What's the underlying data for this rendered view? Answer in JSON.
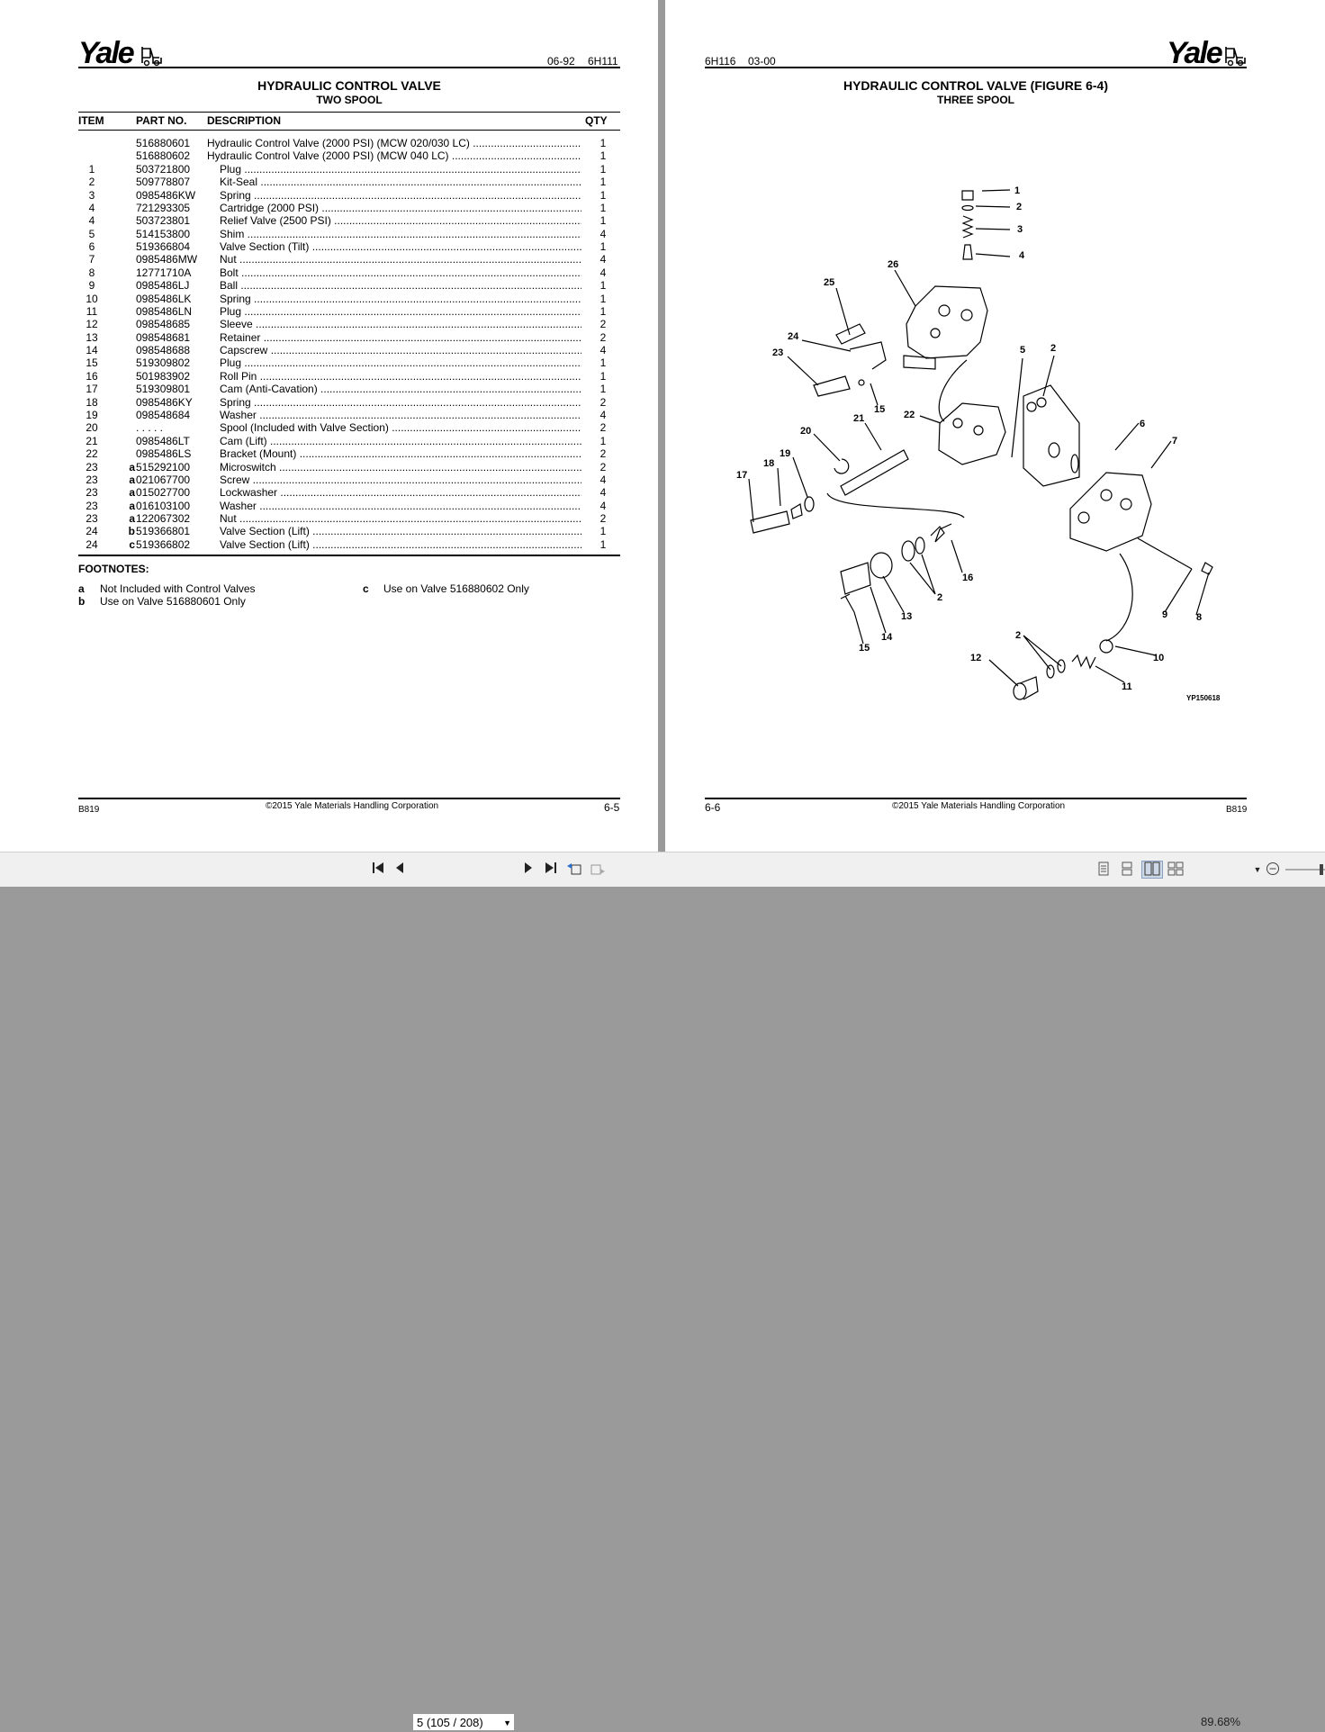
{
  "left_page": {
    "logo": "Yale",
    "header_date": "06-92",
    "header_code": "6H111",
    "title": "HYDRAULIC CONTROL VALVE",
    "subtitle": "TWO SPOOL",
    "columns": {
      "item": "ITEM",
      "part": "PART NO.",
      "desc": "DESCRIPTION",
      "qty": "QTY"
    },
    "rows": [
      {
        "item": "",
        "fn": "",
        "part": "516880601",
        "desc": "Hydraulic Control Valve (2000 PSI) (MCW 020/030 LC)",
        "qty": "1"
      },
      {
        "item": "",
        "fn": "",
        "part": "516880602",
        "desc": "Hydraulic Control Valve (2000 PSI) (MCW 040 LC)",
        "qty": "1"
      },
      {
        "item": "1",
        "fn": "",
        "part": "503721800",
        "desc": "Plug",
        "qty": "1"
      },
      {
        "item": "2",
        "fn": "",
        "part": "509778807",
        "desc": "Kit-Seal",
        "qty": "1"
      },
      {
        "item": "3",
        "fn": "",
        "part": "0985486KW",
        "desc": "Spring",
        "qty": "1"
      },
      {
        "item": "4",
        "fn": "",
        "part": "721293305",
        "desc": "Cartridge (2000 PSI)",
        "qty": "1"
      },
      {
        "item": "4",
        "fn": "",
        "part": "503723801",
        "desc": "Relief Valve (2500 PSI)",
        "qty": "1"
      },
      {
        "item": "5",
        "fn": "",
        "part": "514153800",
        "desc": "Shim",
        "qty": "4"
      },
      {
        "item": "6",
        "fn": "",
        "part": "519366804",
        "desc": "Valve Section (Tilt)",
        "qty": "1"
      },
      {
        "item": "7",
        "fn": "",
        "part": "0985486MW",
        "desc": "Nut",
        "qty": "4"
      },
      {
        "item": "8",
        "fn": "",
        "part": "12771710A",
        "desc": "Bolt",
        "qty": "4"
      },
      {
        "item": "9",
        "fn": "",
        "part": "0985486LJ",
        "desc": "Ball",
        "qty": "1"
      },
      {
        "item": "10",
        "fn": "",
        "part": "0985486LK",
        "desc": "Spring",
        "qty": "1"
      },
      {
        "item": "11",
        "fn": "",
        "part": "0985486LN",
        "desc": "Plug",
        "qty": "1"
      },
      {
        "item": "12",
        "fn": "",
        "part": "098548685",
        "desc": "Sleeve",
        "qty": "2"
      },
      {
        "item": "13",
        "fn": "",
        "part": "098548681",
        "desc": "Retainer",
        "qty": "2"
      },
      {
        "item": "14",
        "fn": "",
        "part": "098548688",
        "desc": "Capscrew",
        "qty": "4"
      },
      {
        "item": "15",
        "fn": "",
        "part": "519309802",
        "desc": "Plug",
        "qty": "1"
      },
      {
        "item": "16",
        "fn": "",
        "part": "501983902",
        "desc": "Roll Pin",
        "qty": "1"
      },
      {
        "item": "17",
        "fn": "",
        "part": "519309801",
        "desc": "Cam (Anti-Cavation)",
        "qty": "1"
      },
      {
        "item": "18",
        "fn": "",
        "part": "0985486KY",
        "desc": "Spring",
        "qty": "2"
      },
      {
        "item": "19",
        "fn": "",
        "part": "098548684",
        "desc": "Washer",
        "qty": "4"
      },
      {
        "item": "20",
        "fn": "",
        "part": ". . . . .",
        "desc": "Spool (Included with Valve Section)",
        "qty": "2"
      },
      {
        "item": "21",
        "fn": "",
        "part": "0985486LT",
        "desc": "Cam (Lift)",
        "qty": "1"
      },
      {
        "item": "22",
        "fn": "",
        "part": "0985486LS",
        "desc": "Bracket (Mount)",
        "qty": "2"
      },
      {
        "item": "23",
        "fn": "a",
        "part": "515292100",
        "desc": "Microswitch",
        "qty": "2"
      },
      {
        "item": "23",
        "fn": "a",
        "part": "021067700",
        "desc": "Screw",
        "qty": "4"
      },
      {
        "item": "23",
        "fn": "a",
        "part": "015027700",
        "desc": "Lockwasher",
        "qty": "4"
      },
      {
        "item": "23",
        "fn": "a",
        "part": "016103100",
        "desc": "Washer",
        "qty": "4"
      },
      {
        "item": "23",
        "fn": "a",
        "part": "122067302",
        "desc": "Nut",
        "qty": "2"
      },
      {
        "item": "24",
        "fn": "b",
        "part": "519366801",
        "desc": "Valve Section (Lift)",
        "qty": "1"
      },
      {
        "item": "24",
        "fn": "c",
        "part": "519366802",
        "desc": "Valve Section (Lift)",
        "qty": "1"
      }
    ],
    "footnotes_title": "FOOTNOTES:",
    "footnotes": [
      {
        "letter": "a",
        "text": "Not Included with Control Valves"
      },
      {
        "letter": "b",
        "text": "Use on Valve 516880601 Only"
      },
      {
        "letter": "c",
        "text": "Use on Valve 516880602 Only"
      }
    ],
    "footer_left": "B819",
    "footer_center": "©2015 Yale Materials Handling Corporation",
    "footer_page": "6-5"
  },
  "right_page": {
    "logo": "Yale",
    "header_code": "6H116",
    "header_date": "03-00",
    "title": "HYDRAULIC CONTROL VALVE (FIGURE 6-4)",
    "subtitle": "THREE SPOOL",
    "figure_id": "YP150618",
    "callouts": [
      "1",
      "2",
      "3",
      "4",
      "26",
      "25",
      "24",
      "23",
      "15",
      "21",
      "22",
      "5",
      "2",
      "6",
      "7",
      "20",
      "19",
      "18",
      "17",
      "16",
      "2",
      "13",
      "14",
      "15",
      "9",
      "8",
      "2",
      "10",
      "12",
      "11"
    ],
    "footer_page": "6-6",
    "footer_center": "©2015 Yale Materials Handling Corporation",
    "footer_right": "B819"
  },
  "toolbar": {
    "first_icon": "first-page-icon",
    "prev_icon": "previous-page-icon",
    "page_field": "5 (105 / 208)",
    "next_icon": "next-page-icon",
    "last_icon": "last-page-icon",
    "back_icon": "previous-view-icon",
    "forward_icon": "next-view-icon",
    "zoom": "89.68%"
  }
}
